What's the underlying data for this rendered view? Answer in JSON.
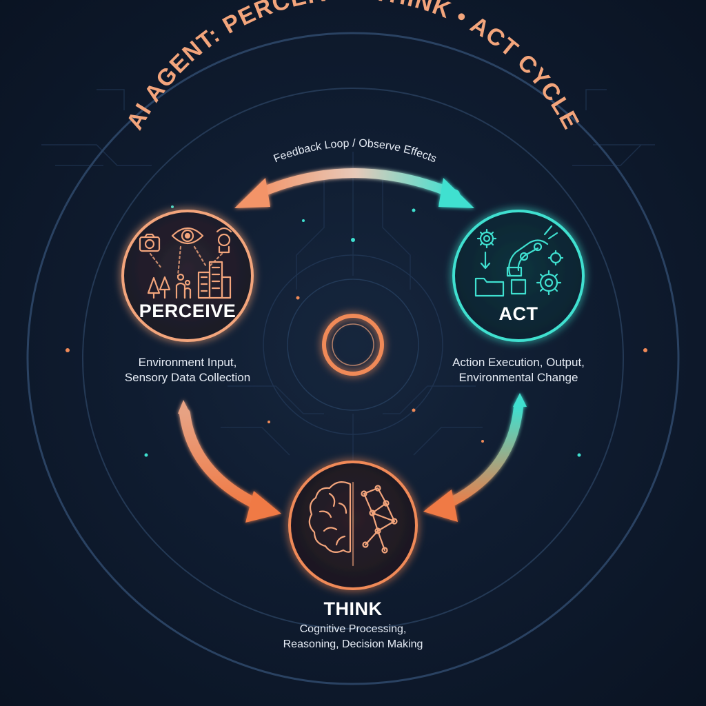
{
  "title": "AI AGENT: PERCEIVE • THINK • ACT CYCLE",
  "feedback_label": "Feedback Loop / Observe Effects",
  "nodes": {
    "perceive": {
      "title": "PERCEIVE",
      "desc": [
        "Environment Input,",
        "Sensory Data Collection"
      ],
      "color": "#f3a57c"
    },
    "act": {
      "title": "ACT",
      "desc": [
        "Action Execution, Output,",
        "Environmental Change"
      ],
      "color": "#3fe0d0"
    },
    "think": {
      "title": "THINK",
      "desc": [
        "Cognitive Processing,",
        "Reasoning, Decision Making"
      ],
      "color": "#f08a58"
    }
  },
  "colors": {
    "background": "#0d1829",
    "accent_orange": "#f08a58",
    "accent_teal": "#3fe0d0",
    "ring": "#2a3f5c"
  },
  "icons": {
    "perceive": [
      "camera-icon",
      "eye-icon",
      "sensor-icon",
      "trees-icon",
      "person-icon",
      "buildings-icon"
    ],
    "act": [
      "gear-icon",
      "robot-arm-icon",
      "folder-icon",
      "box-icon"
    ],
    "think": [
      "brain-icon",
      "neural-network-icon"
    ]
  }
}
